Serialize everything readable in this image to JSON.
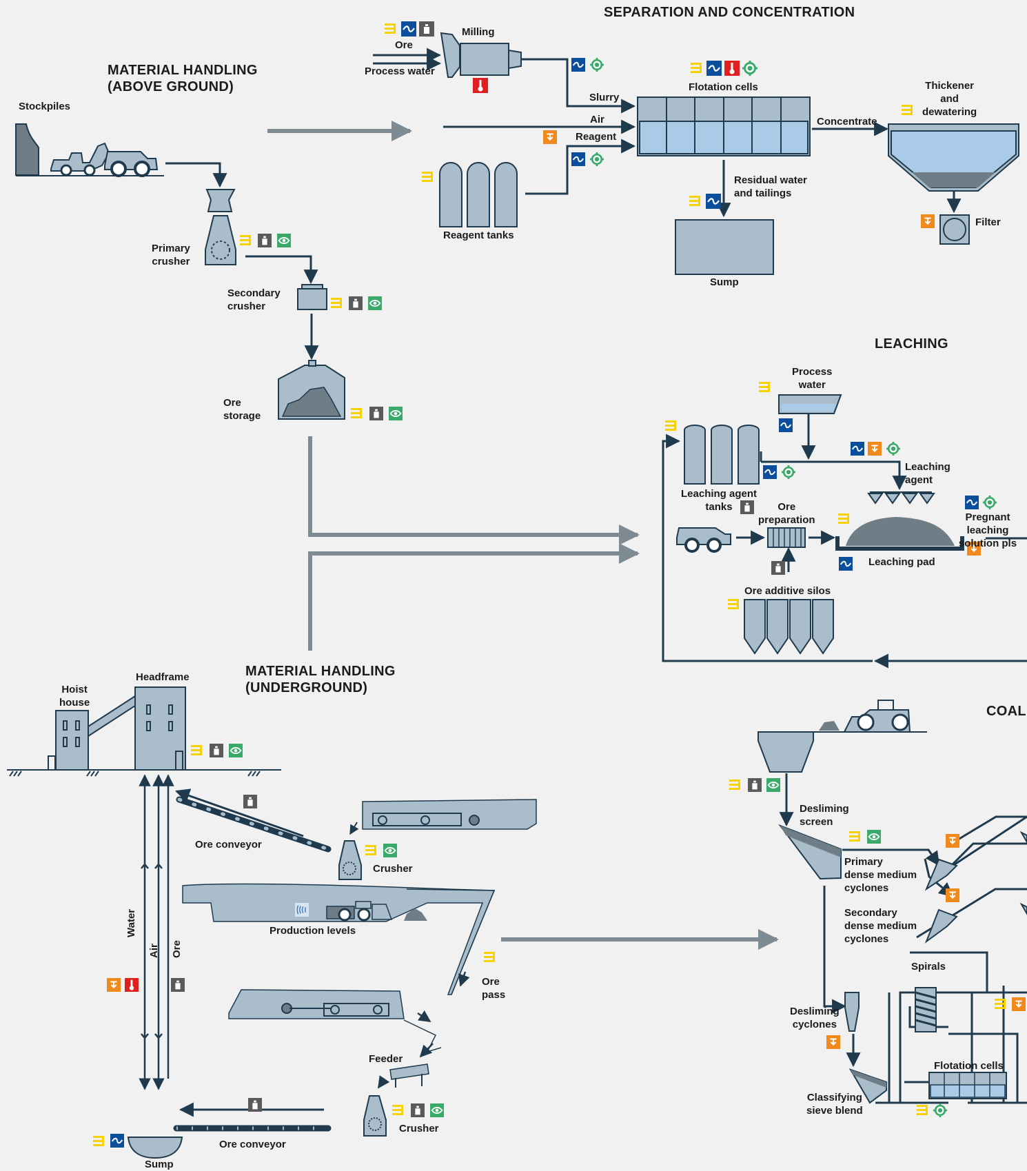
{
  "sections": {
    "separation": "SEPARATION AND CONCENTRATION",
    "handling_above": "MATERIAL HANDLING\n(ABOVE GROUND)",
    "leaching": "LEACHING",
    "handling_under": "MATERIAL HANDLING\n(UNDERGROUND)",
    "coal": "COAL"
  },
  "labels": {
    "milling": "Milling",
    "ore": "Ore",
    "process_water": "Process water",
    "stockpiles": "Stockpiles",
    "slurry": "Slurry",
    "air": "Air",
    "reagent": "Reagent",
    "flotation_cells": "Flotation cells",
    "concentrate": "Concentrate",
    "thickener": "Thickener\nand\ndewatering",
    "residual": "Residual water\nand tailings",
    "filter": "Filter",
    "reagent_tanks": "Reagent tanks",
    "sump": "Sump",
    "primary_crusher": "Primary\ncrusher",
    "secondary_crusher": "Secondary\ncrusher",
    "ore_storage": "Ore\nstorage",
    "process_water_leach": "Process\nwater",
    "leaching_agent": "Leaching\nagent",
    "leaching_agent_tanks": "Leaching agent\ntanks",
    "ore_preparation": "Ore\npreparation",
    "pregnant": "Pregnant leaching\nsolution pls",
    "leaching_pad": "Leaching pad",
    "ore_additive_silos": "Ore additive silos",
    "hoist_house": "Hoist\nhouse",
    "headframe": "Headframe",
    "ore_conveyor": "Ore conveyor",
    "crusher": "Crusher",
    "production_levels": "Production levels",
    "ore_pass": "Ore\npass",
    "feeder": "Feeder",
    "crusher2": "Crusher",
    "ore_conveyor2": "Ore conveyor",
    "sump2": "Sump",
    "water_v": "Water",
    "air_v": "Air",
    "ore_v": "Ore",
    "desliming_screen": "Desliming\nscreen",
    "primary_dmc": "Primary\ndense medium\ncyclones",
    "secondary_dmc": "Secondary\ndense medium\ncyclones",
    "spirals": "Spirals",
    "desliming_cyclones": "Desliming\ncyclones",
    "flotation_cells2": "Flotation cells",
    "classifying": "Classifying\nsieve blend"
  },
  "icons": {
    "level": "level-icon",
    "flow": "flow-icon",
    "weighing": "weighing-icon",
    "temperature": "temperature-icon",
    "pressure": "pressure-icon",
    "motion": "motion-icon",
    "analytics": "analytics-icon",
    "radar": "radar-icon"
  },
  "colors": {
    "line": "#1f3a4d",
    "arrow_gray": "#7e8b93",
    "equip_fill": "#a9bdca",
    "equip_dark": "#6f7e86",
    "liquid": "#a9cbe8",
    "yellow": "#f6d200",
    "blue": "#0b4f9c",
    "gray_icon": "#5a5a5a",
    "green": "#3aaa6a",
    "red": "#e02020",
    "orange": "#f08a1c"
  }
}
